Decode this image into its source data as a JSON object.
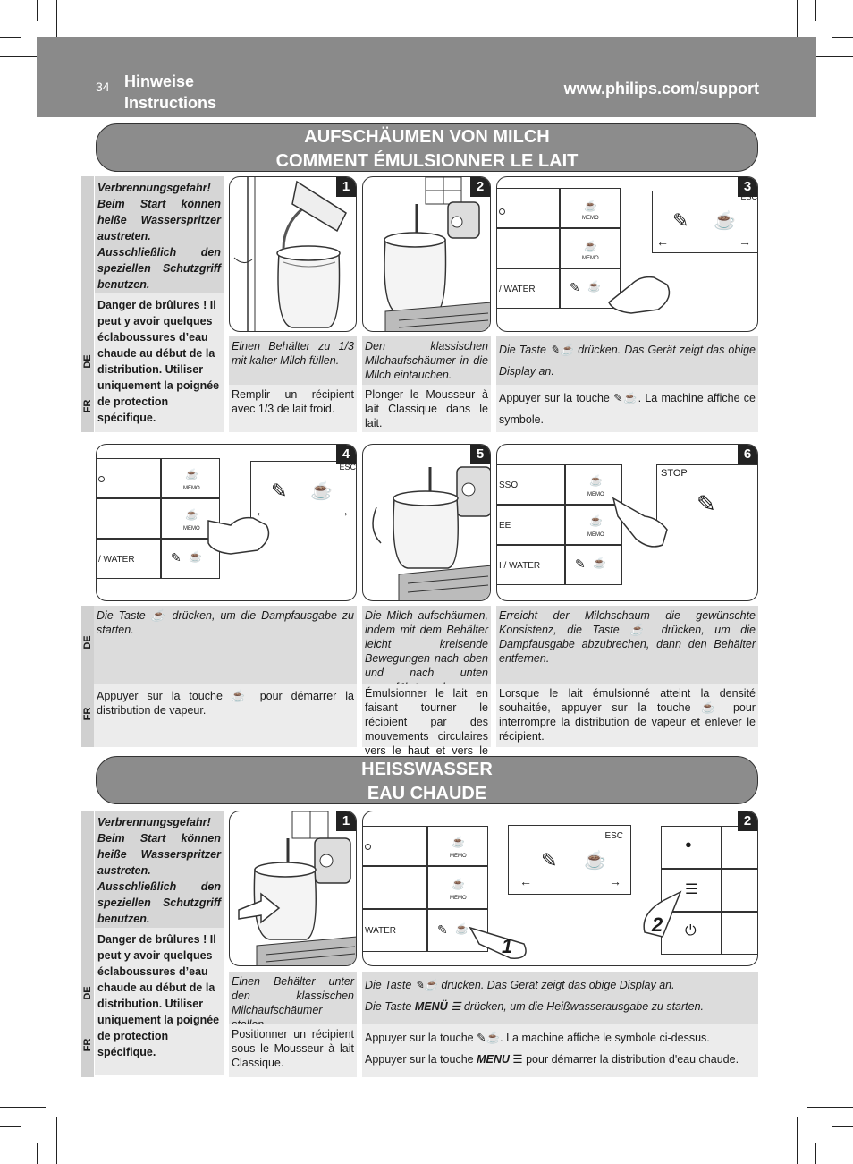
{
  "header": {
    "page_number": "34",
    "title_de": "Hinweise",
    "title_fr": "Instructions",
    "url": "www.philips.com/support"
  },
  "section1": {
    "title_de": "AUFSCHÄUMEN VON MILCH",
    "title_fr": "COMMENT ÉMULSIONNER LE LAIT",
    "warning_de": "Verbrennungsgefahr! Beim Start können heiße Wasserspritzer austreten. Ausschließlich den speziellen Schutzgriff benutzen.",
    "warning_fr": "Danger de brûlures ! Il peut y avoir quelques éclaboussures d’eau chaude au début de la distribution. Utiliser uniquement la poignée de protection spécifique.",
    "steps": [
      {
        "num": "1",
        "de": "Einen Behälter zu 1/3 mit kalter Milch füllen.",
        "fr": "Remplir un récipient avec 1/3 de lait froid."
      },
      {
        "num": "2",
        "de": "Den klassischen Milchaufschäumer in die Milch eintauchen.",
        "fr": "Plonger le Mousseur à lait Classique dans le lait."
      },
      {
        "num": "3",
        "de_pre": "Die Taste",
        "de_post": "drücken. Das Gerät zeigt das obige Display an.",
        "fr_pre": "Appuyer sur la touche",
        "fr_post": ". La machine affiche ce symbole."
      },
      {
        "num": "4",
        "de_pre": "Die Taste",
        "de_post": "drücken, um die Dampfausgabe zu starten.",
        "fr_pre": "Appuyer sur la touche",
        "fr_post": "pour démarrer la distribution de vapeur."
      },
      {
        "num": "5",
        "de": "Die Milch aufschäumen, indem mit dem Behälter leicht kreisende Bewegungen nach oben und nach unten ausgeführt werden.",
        "fr": "Émulsionner le lait en faisant tourner le récipient par des mouvements circulaires vers le haut et vers le bas."
      },
      {
        "num": "6",
        "de_pre": "Erreicht der Milchschaum die gewünschte Konsistenz, die Taste",
        "de_post": "drücken, um die Dampfausgabe abzubrechen, dann den Behälter entfernen.",
        "fr_pre": "Lorsque le lait émulsionné atteint la densité souhaitée, appuyer sur la touche",
        "fr_post": "pour interrompre la distribution de vapeur et enlever le récipient."
      }
    ]
  },
  "section2": {
    "title_de": "HEISSWASSER",
    "title_fr": "EAU CHAUDE",
    "warning_de": "Verbrennungsgefahr! Beim Start können heiße Wasserspritzer austreten. Ausschließlich den speziellen Schutzgriff benutzen.",
    "warning_fr": "Danger de brûlures ! Il peut y avoir quelques éclaboussures d’eau chaude au début de la distribution. Utiliser uniquement la poignée de protection spécifique.",
    "steps": [
      {
        "num": "1",
        "de": "Einen Behälter unter den klassischen Milchaufschäumer stellen.",
        "fr": "Positionner un récipient sous le Mousseur à lait Classique."
      },
      {
        "num": "2",
        "de_l1_pre": "Die Taste",
        "de_l1_post": "drücken. Das Gerät zeigt das obige Display an.",
        "de_l2_pre": "Die Taste",
        "de_l2_key": "MENÜ",
        "de_l2_post": "drücken, um die Heißwasserausgabe zu starten.",
        "fr_l1_pre": "Appuyer sur la touche",
        "fr_l1_post": ". La machine affiche le symbole ci-dessus.",
        "fr_l2_pre": "Appuyer sur la touche",
        "fr_l2_key": "MENU",
        "fr_l2_post": "pour démarrer la distribution d'eau chaude."
      }
    ]
  },
  "lang": {
    "de": "DE",
    "fr": "FR"
  },
  "screen": {
    "esc": "ESC",
    "stop": "STOP",
    "memo": "MEMO",
    "water": "/ WATER",
    "water2": "WATER",
    "water3": "I / WATER",
    "esso": "SSO",
    "ee": "EE",
    "callout1": "1",
    "callout2": "2"
  }
}
